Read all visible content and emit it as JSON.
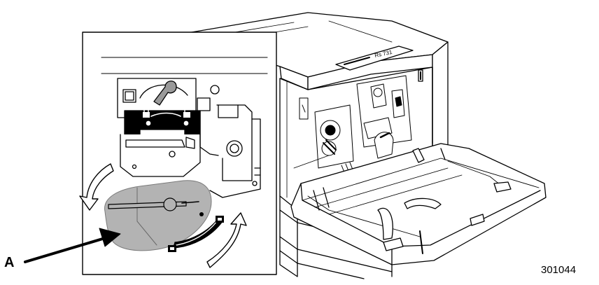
{
  "figure": {
    "callout_label": "A",
    "figure_number": "301044",
    "display_text": "Rs 731"
  },
  "colors": {
    "line": "#000000",
    "highlight": "#b3b3b3",
    "background": "#ffffff"
  },
  "icons": [
    "lock-icon",
    "unlock-icon",
    "rotate-arrow-icon",
    "callout-arrow-icon"
  ]
}
